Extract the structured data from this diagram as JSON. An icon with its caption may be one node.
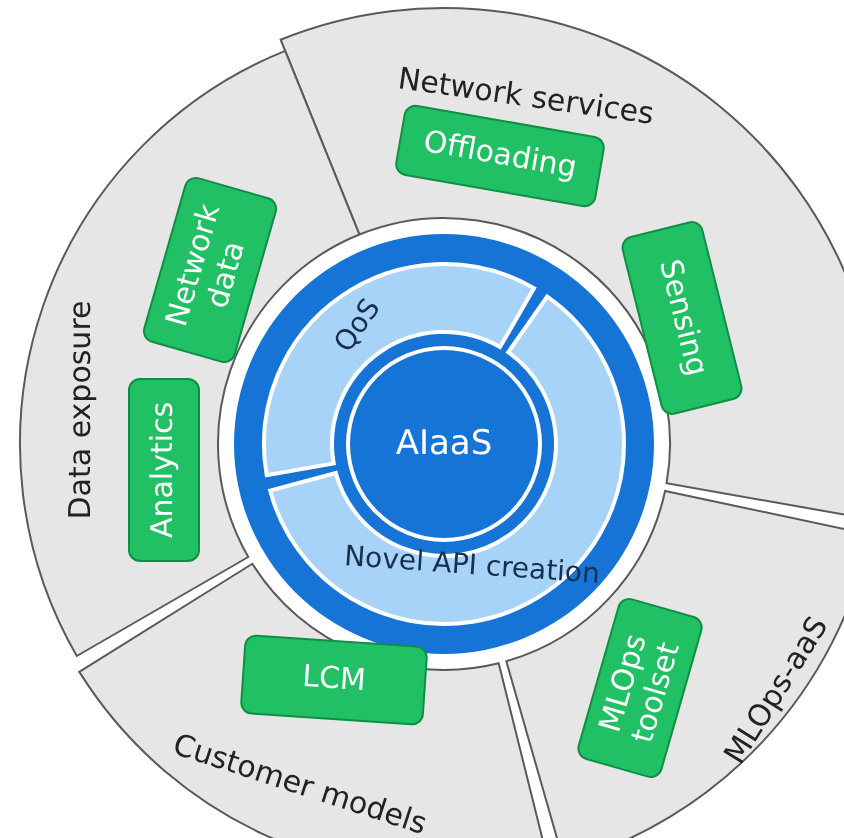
{
  "diagram": {
    "nodes": [
      {
        "text": [
          "Network services"
        ]
      },
      {
        "text": [
          "Offloading"
        ],
        "in": 0
      },
      {
        "text": [
          "Sensing"
        ],
        "in": 0
      },
      {
        "text": [
          "Data exposure"
        ]
      },
      {
        "text": [
          "Network data"
        ],
        "in": 3
      },
      {
        "text": [
          "Analytics"
        ],
        "in": 3
      },
      {
        "text": [
          "Customer models"
        ]
      },
      {
        "text": [
          "LCM"
        ],
        "in": 6
      },
      {
        "text": [
          "MLOps-aaS"
        ]
      },
      {
        "text": [
          "MLOps toolset"
        ],
        "in": 8
      },
      {
        "text": [
          "QoS"
        ]
      },
      {
        "text": [
          "Novel API creation"
        ]
      },
      {
        "text": [
          "AIaaS"
        ]
      }
    ]
  }
}
